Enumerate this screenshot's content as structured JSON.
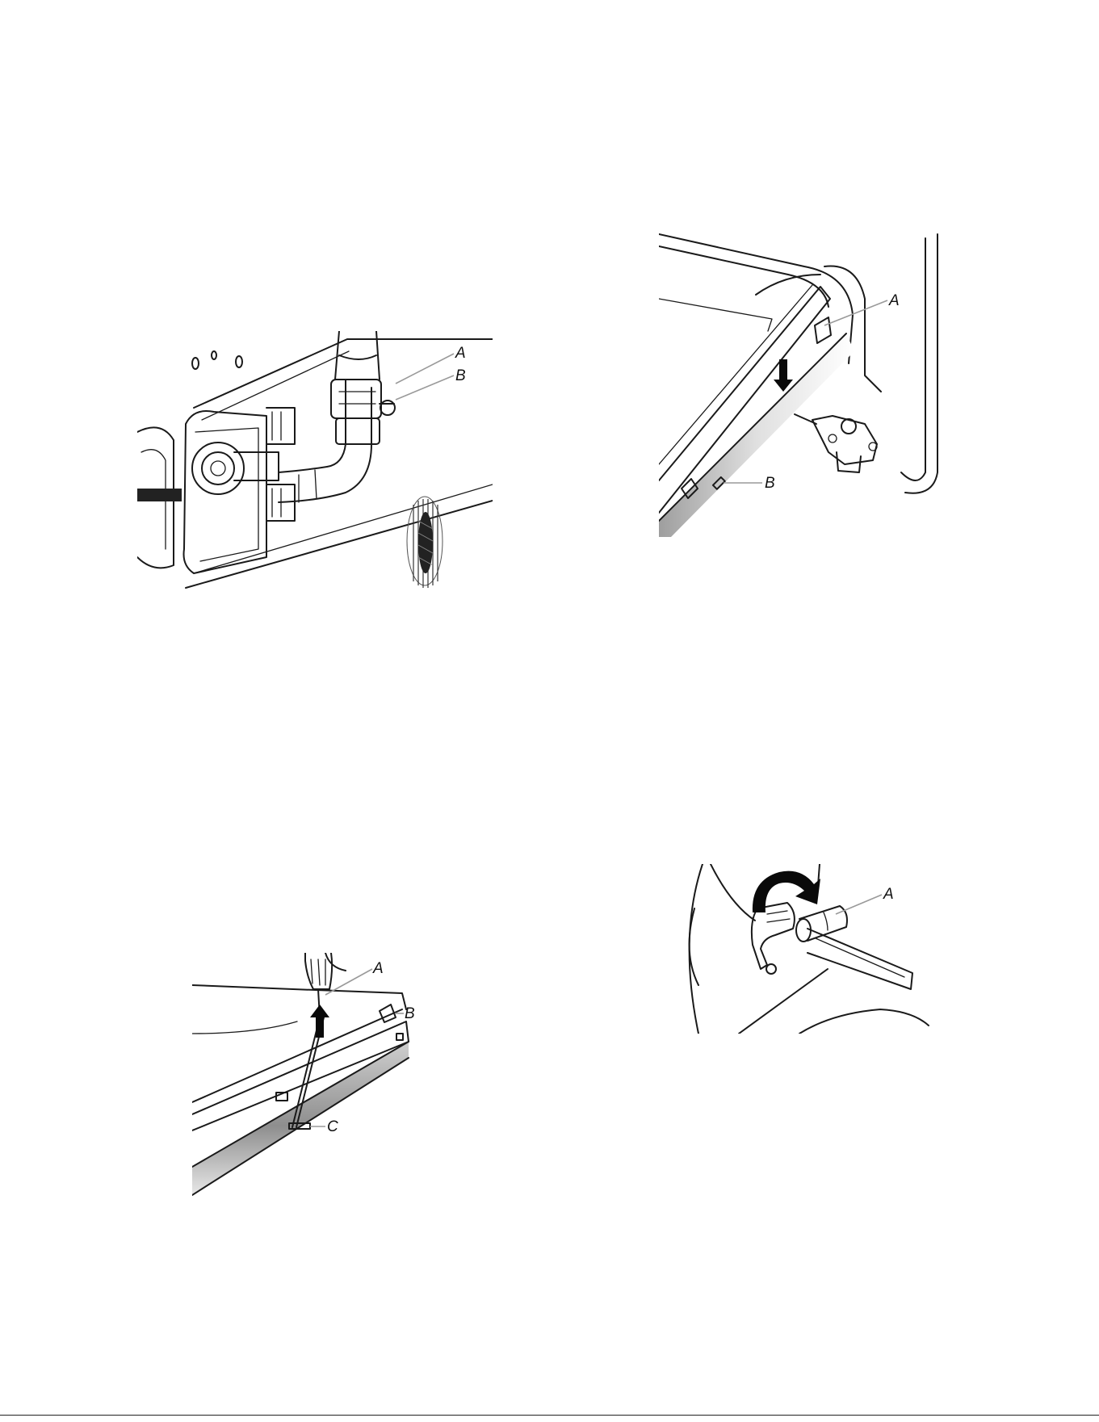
{
  "figures": {
    "fig1": {
      "labels": {
        "a": "A",
        "b": "B"
      }
    },
    "fig2": {
      "labels": {
        "a": "A",
        "b": "B"
      }
    },
    "fig3": {
      "labels": {
        "a": "A",
        "b": "B",
        "c": "C"
      }
    },
    "fig4": {
      "labels": {
        "a": "A"
      }
    }
  }
}
